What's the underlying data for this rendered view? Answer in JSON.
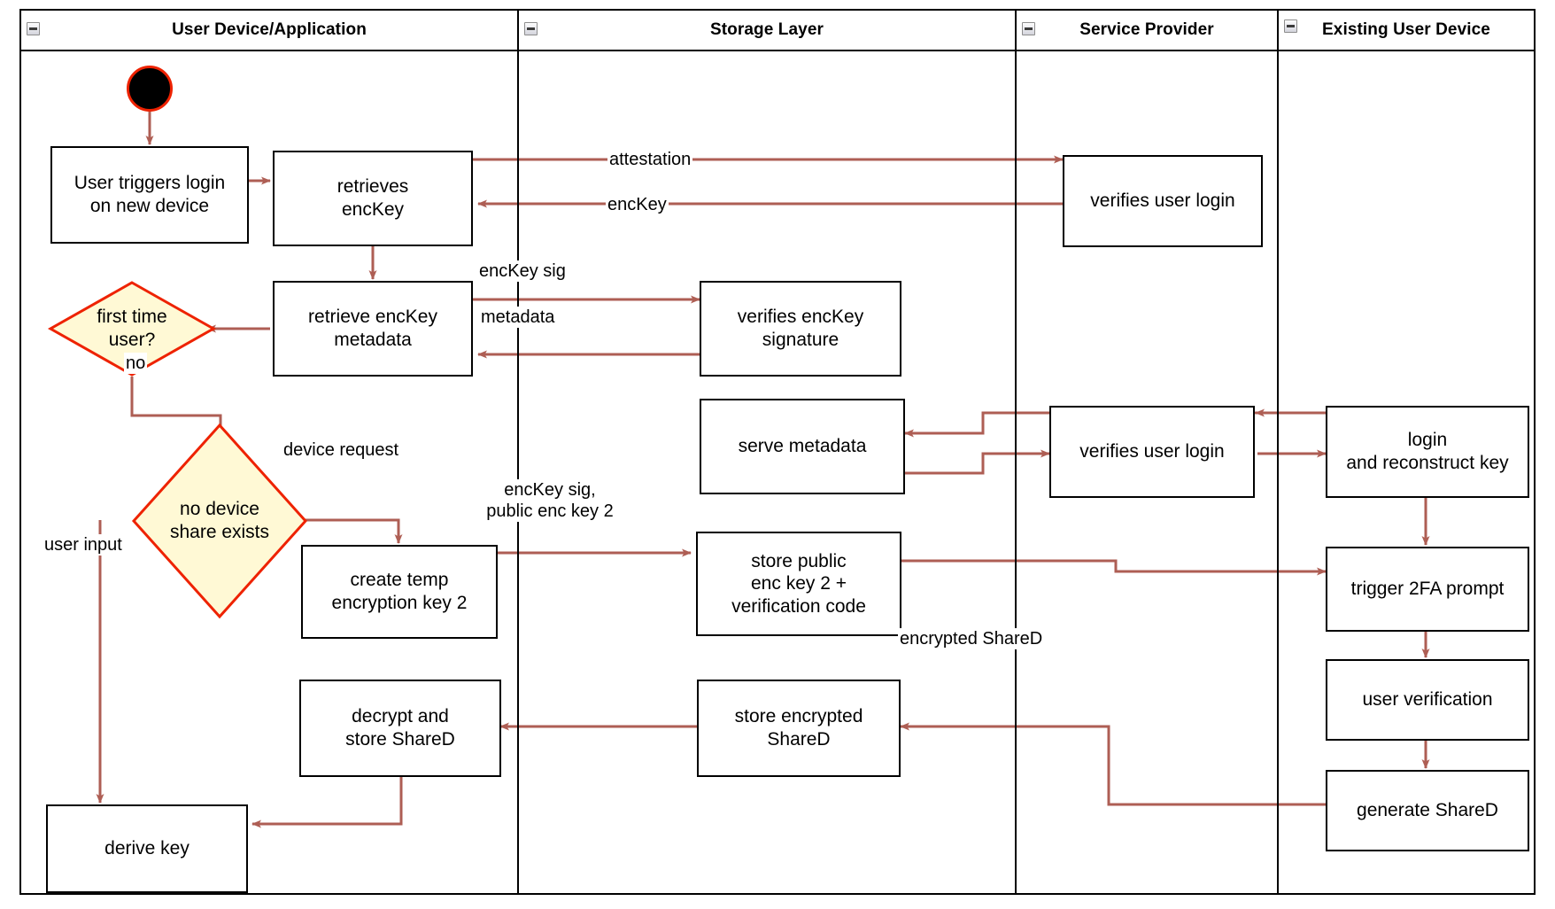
{
  "diagram": {
    "title": "Key reconstruction on new device (UML activity swimlane diagram)",
    "colors": {
      "lane_border": "#000000",
      "node_border": "#000000",
      "node_fill": "#ffffff",
      "edge": "#ae5e54",
      "decision_fill": "#fff9d5",
      "decision_border": "#ee2200",
      "start_fill": "#000000",
      "start_border": "#ee2200"
    },
    "lanes": [
      {
        "id": "lane-user-device",
        "title": "User Device/Application",
        "collapse_icon": "minus-icon"
      },
      {
        "id": "lane-storage",
        "title": "Storage Layer",
        "collapse_icon": "minus-icon"
      },
      {
        "id": "lane-service-provider",
        "title": "Service Provider",
        "collapse_icon": "minus-icon"
      },
      {
        "id": "lane-existing-device",
        "title": "Existing User Device",
        "collapse_icon": "minus-icon"
      }
    ],
    "nodes": [
      {
        "id": "start",
        "type": "start",
        "lane": "lane-user-device",
        "label": ""
      },
      {
        "id": "user-triggers-login",
        "type": "action",
        "lane": "lane-user-device",
        "label": "User triggers login\non new device"
      },
      {
        "id": "retrieves-enckey",
        "type": "action",
        "lane": "lane-user-device",
        "label": "retrieves\nencKey"
      },
      {
        "id": "retrieve-enckey-metadata",
        "type": "action",
        "lane": "lane-user-device",
        "label": "retrieve encKey\nmetadata"
      },
      {
        "id": "first-time-user",
        "type": "decision",
        "lane": "lane-user-device",
        "label": "first time\nuser?"
      },
      {
        "id": "no-device-share-exists",
        "type": "decision",
        "lane": "lane-user-device",
        "label": "no device\nshare exists"
      },
      {
        "id": "create-temp-encryption-key-2",
        "type": "action",
        "lane": "lane-user-device",
        "label": "create temp\nencryption key 2"
      },
      {
        "id": "decrypt-and-store-shared",
        "type": "action",
        "lane": "lane-user-device",
        "label": "decrypt and\nstore ShareD"
      },
      {
        "id": "derive-key",
        "type": "action",
        "lane": "lane-user-device",
        "label": "derive key"
      },
      {
        "id": "verifies-enckey-signature",
        "type": "action",
        "lane": "lane-storage",
        "label": "verifies encKey\nsignature"
      },
      {
        "id": "serve-metadata",
        "type": "action",
        "lane": "lane-storage",
        "label": "serve metadata"
      },
      {
        "id": "store-public-enc-key-2",
        "type": "action",
        "lane": "lane-storage",
        "label": "store public\nenc key 2 +\nverification code"
      },
      {
        "id": "store-encrypted-shared",
        "type": "action",
        "lane": "lane-storage",
        "label": "store encrypted\nShareD"
      },
      {
        "id": "verifies-user-login-top",
        "type": "action",
        "lane": "lane-service-provider",
        "label": "verifies user login"
      },
      {
        "id": "verifies-user-login-mid",
        "type": "action",
        "lane": "lane-service-provider",
        "label": "verifies user login"
      },
      {
        "id": "login-and-reconstruct-key",
        "type": "action",
        "lane": "lane-existing-device",
        "label": "login\nand reconstruct key"
      },
      {
        "id": "trigger-2fa-prompt",
        "type": "action",
        "lane": "lane-existing-device",
        "label": "trigger 2FA prompt"
      },
      {
        "id": "user-verification",
        "type": "action",
        "lane": "lane-existing-device",
        "label": "user verification"
      },
      {
        "id": "generate-shared",
        "type": "action",
        "lane": "lane-existing-device",
        "label": "generate ShareD"
      }
    ],
    "edge_labels": [
      {
        "id": "edge-attestation",
        "text": "attestation"
      },
      {
        "id": "edge-enckey",
        "text": "encKey"
      },
      {
        "id": "edge-enckey-sig",
        "text": "encKey sig"
      },
      {
        "id": "edge-metadata",
        "text": "metadata"
      },
      {
        "id": "edge-no",
        "text": "no"
      },
      {
        "id": "edge-device-request",
        "text": "device request"
      },
      {
        "id": "edge-user-input",
        "text": "user input"
      },
      {
        "id": "edge-enckey-sig-public-enc-key-2",
        "text": "encKey sig,\npublic enc key 2"
      },
      {
        "id": "edge-encrypted-shared",
        "text": "encrypted ShareD"
      }
    ]
  }
}
